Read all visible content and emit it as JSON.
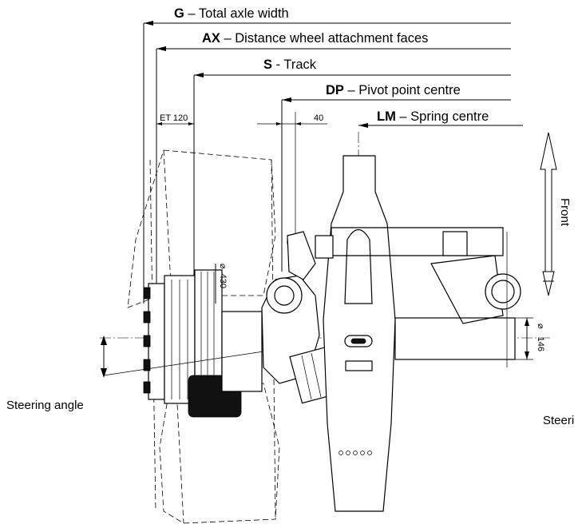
{
  "dimensions": [
    {
      "key": "G",
      "label": " – Total axle width"
    },
    {
      "key": "AX",
      "label": " – Distance wheel attachment faces"
    },
    {
      "key": "S",
      "label": " - Track"
    },
    {
      "key": "DP",
      "label": " – Pivot point centre"
    },
    {
      "key": "LM",
      "label": " – Spring centre"
    }
  ],
  "small_dims": {
    "et": "ET 120",
    "offset": "40",
    "brake_disc": "430",
    "tube": "146",
    "diameter_symbol": "⌀"
  },
  "labels": {
    "front": "Front",
    "steering_left": "Steering angle",
    "steering_right": "Steeri"
  }
}
